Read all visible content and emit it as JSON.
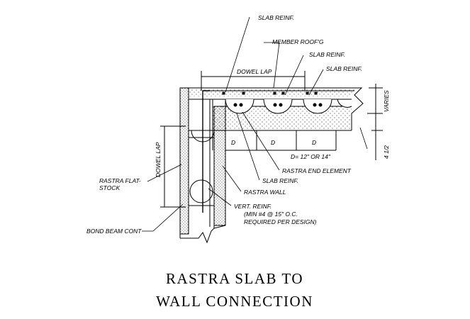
{
  "title": {
    "line1": "RASTRA SLAB TO",
    "line2": "WALL CONNECTION"
  },
  "labels": {
    "slab_reinf_top": "SLAB REINF.",
    "member_roofg": "MEMBER ROOF'G",
    "slab_reinf_mid": "SLAB REINF.",
    "slab_reinf_right": "SLAB REINF.",
    "dowel_lap_horizontal": "DOWEL LAP",
    "varies": "VARIES",
    "four_half": "4 1/2",
    "d1": "D",
    "d2": "D",
    "d3": "D",
    "d_equals": "D= 12\" OR 14\"",
    "rastra_end_element": "RASTRA END ELEMENT",
    "slab_reinf_lower": "SLAB REINF.",
    "rastra_wall": "RASTRA WALL",
    "vert_reinf_1": "VERT. REINF.",
    "vert_reinf_2": "(MIN #4 @ 15\" O.C.",
    "vert_reinf_3": "REQUIRED PER DESIGN)",
    "dowel_lap_vertical": "DOWEL LAP",
    "rastra_flat_1": "RASTRA FLAT-",
    "rastra_flat_2": "STOCK",
    "bond_beam": "BOND BEAM CONT"
  },
  "colors": {
    "line": "#000000",
    "background": "#ffffff"
  }
}
